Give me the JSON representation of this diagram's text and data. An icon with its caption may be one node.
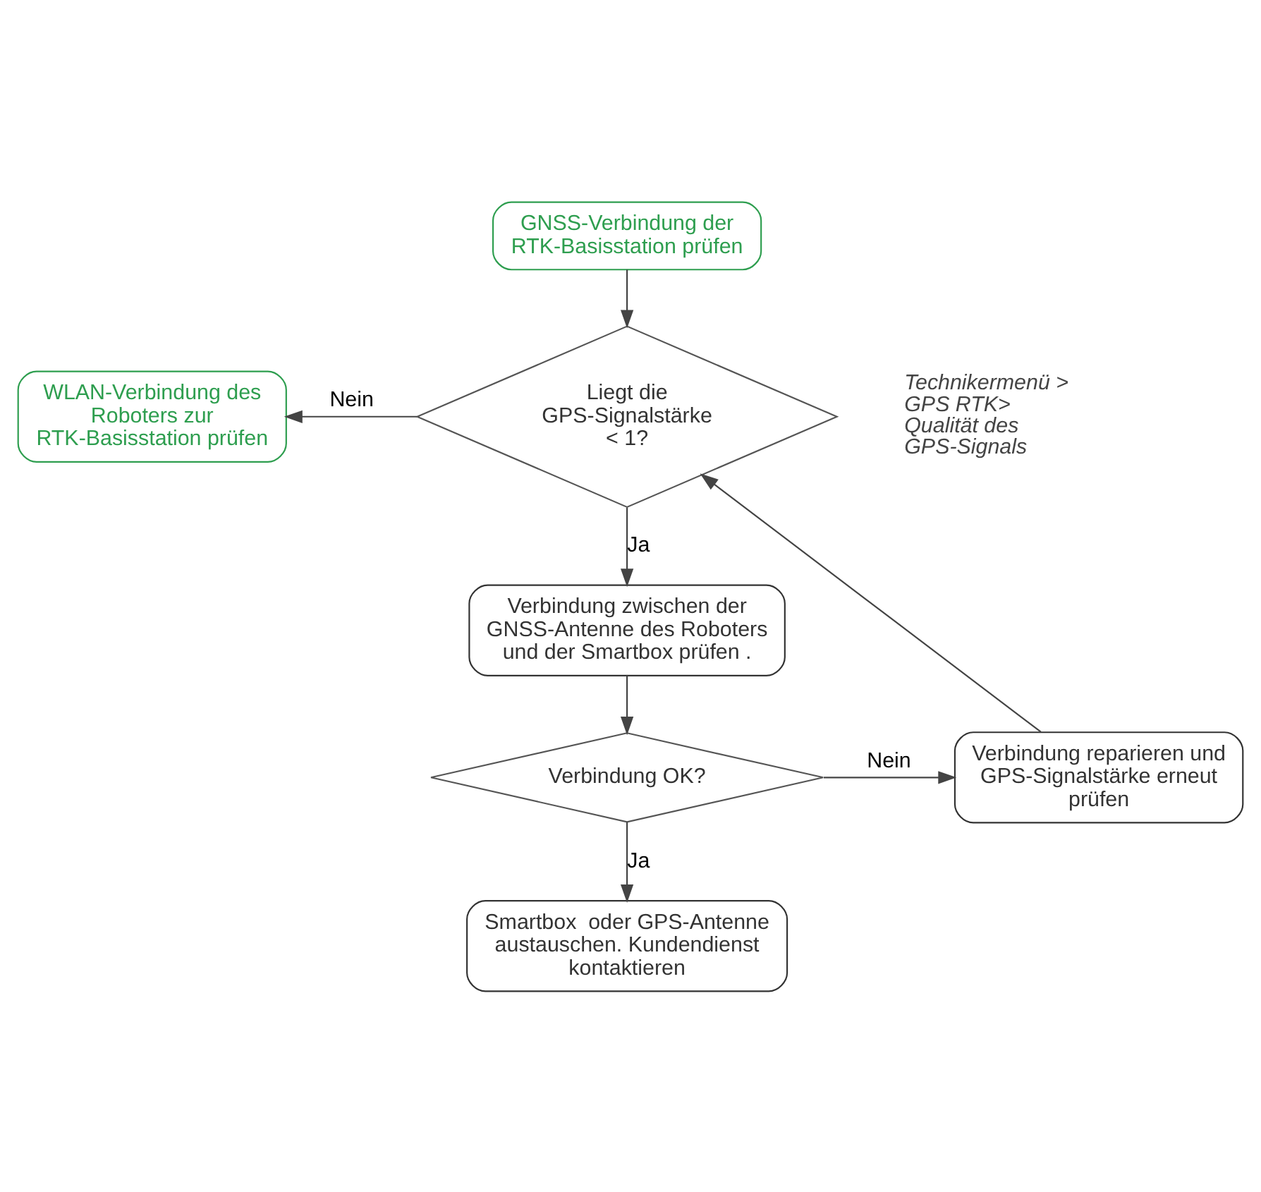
{
  "diagram": {
    "nodes": [
      {
        "text": [
          "GNSS-Verbindung der RTK-Basisstation prüfen"
        ]
      },
      {
        "text": [
          "Liegt die GPS-Signalstärke < 1?"
        ],
        "beside": [
          "Technikermenü > GPS RTK> Qualität des GPS-Signals"
        ]
      },
      {
        "text": [
          "WLAN-Verbindung des Roboters zur RTK-Basisstation prüfen"
        ]
      },
      {
        "text": [
          "Verbindung zwischen der GNSS-Antenne des Roboters und der Smartbox prüfen ."
        ]
      },
      {
        "text": [
          "Verbindung OK?"
        ]
      },
      {
        "text": [
          "Verbindung reparieren und GPS-Signalstärke erneut prüfen"
        ]
      },
      {
        "text": [
          "Smartbox  oder GPS-Antenne austauschen. Kundendienst kontaktieren"
        ]
      }
    ],
    "edges": [
      {
        "from": 0,
        "to": 1,
        "arrow": "to"
      },
      {
        "from": 1,
        "to": 2,
        "label": "Nein",
        "arrow": "to"
      },
      {
        "from": 1,
        "to": 3,
        "label": "Ja",
        "arrow": "to"
      },
      {
        "from": 3,
        "to": 4,
        "arrow": "to"
      },
      {
        "from": 4,
        "to": 5,
        "label": "Nein",
        "arrow": "to"
      },
      {
        "from": 4,
        "to": 6,
        "label": "Ja",
        "arrow": "to"
      },
      {
        "from": 5,
        "to": 1,
        "arrow": "to"
      }
    ]
  }
}
